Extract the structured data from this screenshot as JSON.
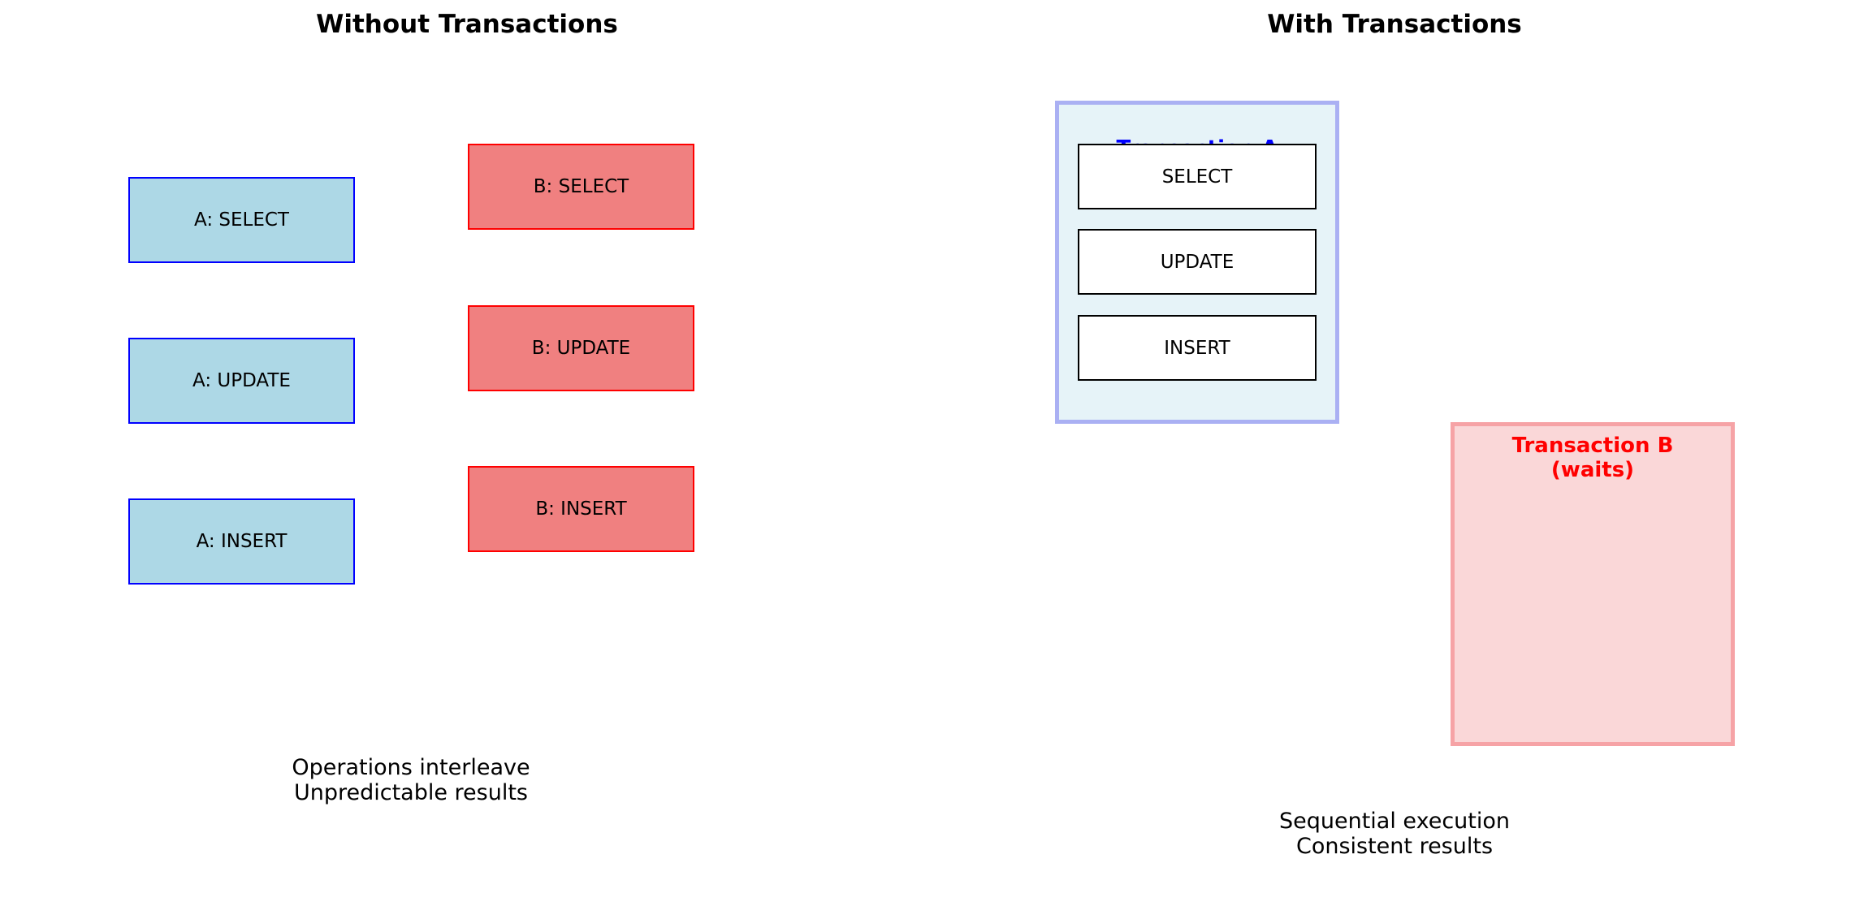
{
  "left": {
    "title": "Without Transactions",
    "ops_a": [
      "A: SELECT",
      "A: UPDATE",
      "A: INSERT"
    ],
    "ops_b": [
      "B: SELECT",
      "B: UPDATE",
      "B: INSERT"
    ],
    "caption": [
      "Operations interleave",
      "Unpredictable results"
    ]
  },
  "right": {
    "title": "With Transactions",
    "transaction_a": {
      "label": "Transaction A",
      "steps": [
        "SELECT",
        "UPDATE",
        "INSERT"
      ]
    },
    "transaction_b": {
      "label_line1": "Transaction B",
      "label_line2": "(waits)"
    },
    "caption": [
      "Sequential execution",
      "Consistent results"
    ]
  },
  "colors": {
    "a_fill": "#add8e6",
    "a_border": "#0000ff",
    "a_label": "#0000ff",
    "b_fill": "#f08080",
    "b_border": "#ff0000",
    "b_label": "#ff0000",
    "tx_a_fill": "#e6f3f8",
    "tx_a_border": "#aab0f3",
    "tx_b_fill": "#fad7d8",
    "tx_b_border": "#f6a3a6"
  }
}
